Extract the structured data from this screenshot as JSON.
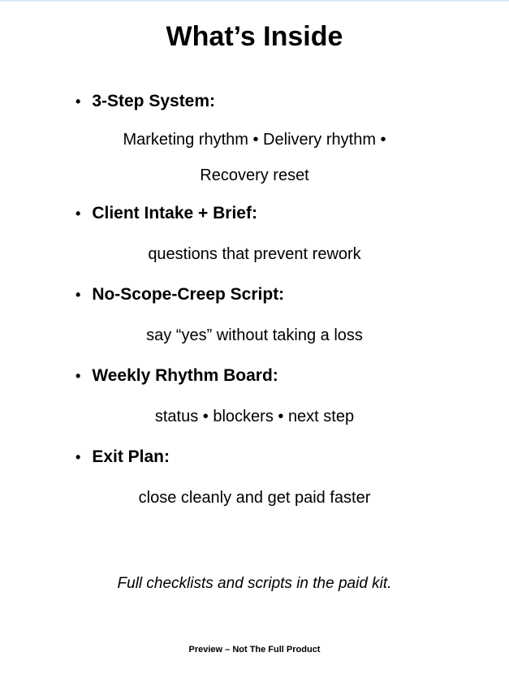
{
  "page": {
    "title": "What’s Inside",
    "bullet_glyph": "•",
    "items": [
      {
        "heading": "3-Step System:",
        "sublines": [
          "Marketing rhythm • Delivery rhythm •",
          "Recovery reset"
        ]
      },
      {
        "heading": "Client Intake + Brief:",
        "sublines": [
          "questions that prevent rework"
        ]
      },
      {
        "heading": "No-Scope-Creep Script:",
        "sublines": [
          "say “yes” without taking a loss"
        ]
      },
      {
        "heading": "Weekly Rhythm Board:",
        "sublines": [
          "status • blockers • next step"
        ]
      },
      {
        "heading": "Exit Plan:",
        "sublines": [
          "close cleanly and get paid faster"
        ]
      }
    ],
    "note": "Full checklists and scripts in the paid kit.",
    "footer": "Preview – Not The Full Product",
    "colors": {
      "background": "#ffffff",
      "text": "#000000",
      "top_edge_line": "#dce9f8"
    }
  }
}
